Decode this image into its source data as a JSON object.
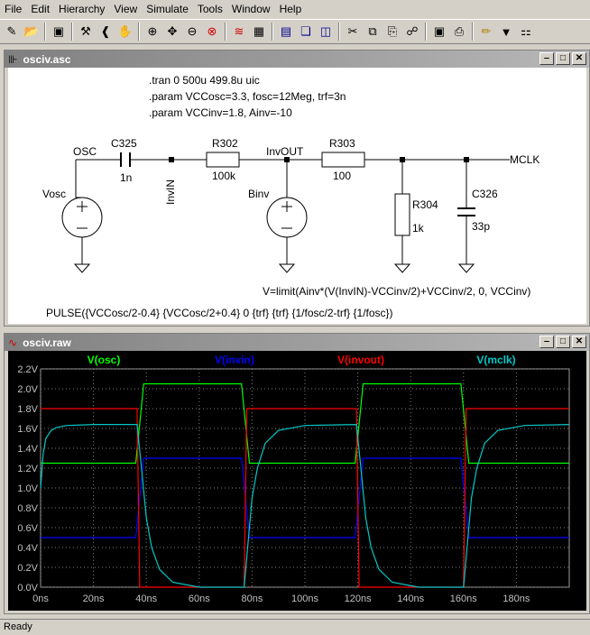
{
  "menu": [
    "File",
    "Edit",
    "Hierarchy",
    "View",
    "Simulate",
    "Tools",
    "Window",
    "Help"
  ],
  "toolbar_icons": [
    "new-schematic-icon",
    "open-icon",
    "save-icon",
    "control-panel-icon",
    "run-icon",
    "halt-icon",
    "zoom-in-icon",
    "pan-icon",
    "zoom-out-icon",
    "zoom-cancel-icon",
    "autorange-icon",
    "fit-icon",
    "tile-horizontal-icon",
    "cascade-icon",
    "tile-vertical-icon",
    "cut-icon",
    "copy-icon",
    "paste-icon",
    "find-icon",
    "print-setup-icon",
    "print-icon",
    "wire-icon",
    "ground-icon",
    "label-icon"
  ],
  "schematic_window": {
    "title": "osciv.asc",
    "directives": [
      ".tran 0 500u 499.8u uic",
      ".param VCCosc=3.3, fosc=12Meg, trf=3n",
      ".param VCCinv=1.8, Ainv=-10"
    ],
    "labels": {
      "osc": "OSC",
      "c325": "C325",
      "c325_val": "1n",
      "invin": "InvIN",
      "r302": "R302",
      "r302_val": "100k",
      "invout": "InvOUT",
      "r303": "R303",
      "r303_val": "100",
      "mclk": "MCLK",
      "c326": "C326",
      "c326_val": "33p",
      "r304": "R304",
      "r304_val": "1k",
      "vosc": "Vosc",
      "binv": "Binv",
      "binv_expr": "V=limit(Ainv*(V(InvIN)-VCCinv/2)+VCCinv/2, 0, VCCinv)",
      "pulse_expr": "PULSE({VCCosc/2-0.4} {VCCosc/2+0.4} 0 {trf} {trf} {1/fosc/2-trf} {1/fosc})"
    }
  },
  "plot_window": {
    "title": "osciv.raw"
  },
  "chart_data": {
    "type": "line",
    "x_unit": "ns",
    "xlim": [
      0,
      200
    ],
    "ylim": [
      0,
      2.2
    ],
    "x_ticks": [
      "0ns",
      "20ns",
      "40ns",
      "60ns",
      "80ns",
      "100ns",
      "120ns",
      "140ns",
      "160ns",
      "180ns"
    ],
    "y_ticks": [
      "0.0V",
      "0.2V",
      "0.4V",
      "0.6V",
      "0.8V",
      "1.0V",
      "1.2V",
      "1.4V",
      "1.6V",
      "1.8V",
      "2.0V",
      "2.2V"
    ],
    "grid": true,
    "series": [
      {
        "name": "V(osc)",
        "color": "#00ff00",
        "x": [
          0,
          36,
          39,
          76,
          79,
          119,
          122,
          159,
          162,
          200
        ],
        "y": [
          1.25,
          1.25,
          2.05,
          2.05,
          1.25,
          1.25,
          2.05,
          2.05,
          1.25,
          1.25
        ]
      },
      {
        "name": "V(invin)",
        "color": "#0000ff",
        "x": [
          0,
          36,
          39,
          76,
          79,
          119,
          122,
          159,
          162,
          200
        ],
        "y": [
          0.5,
          0.5,
          1.3,
          1.3,
          0.5,
          0.5,
          1.3,
          1.3,
          0.5,
          0.5
        ]
      },
      {
        "name": "V(invout)",
        "color": "#ff0000",
        "x": [
          0,
          36.5,
          37.5,
          77,
          78,
          119.5,
          120.5,
          160,
          161,
          200
        ],
        "y": [
          1.8,
          1.8,
          0.0,
          0.0,
          1.8,
          1.8,
          0.0,
          0.0,
          1.8,
          1.8
        ]
      },
      {
        "name": "V(mclk)",
        "color": "#00c8c8",
        "x": [
          0,
          1,
          2,
          4,
          6,
          10,
          20,
          36.5,
          38,
          40,
          42,
          45,
          50,
          60,
          77,
          78.5,
          80,
          82,
          85,
          90,
          100,
          119.5,
          121,
          123,
          125,
          128,
          133,
          143,
          160,
          161.5,
          163,
          165,
          168,
          173,
          183,
          200
        ],
        "y": [
          1.0,
          1.35,
          1.5,
          1.58,
          1.61,
          1.63,
          1.64,
          1.64,
          1.25,
          0.7,
          0.4,
          0.18,
          0.05,
          0.0,
          0.0,
          0.45,
          0.9,
          1.2,
          1.45,
          1.58,
          1.63,
          1.64,
          1.25,
          0.7,
          0.4,
          0.18,
          0.05,
          0.0,
          0.0,
          0.45,
          0.9,
          1.2,
          1.45,
          1.58,
          1.63,
          1.64
        ]
      }
    ]
  },
  "status": "Ready"
}
